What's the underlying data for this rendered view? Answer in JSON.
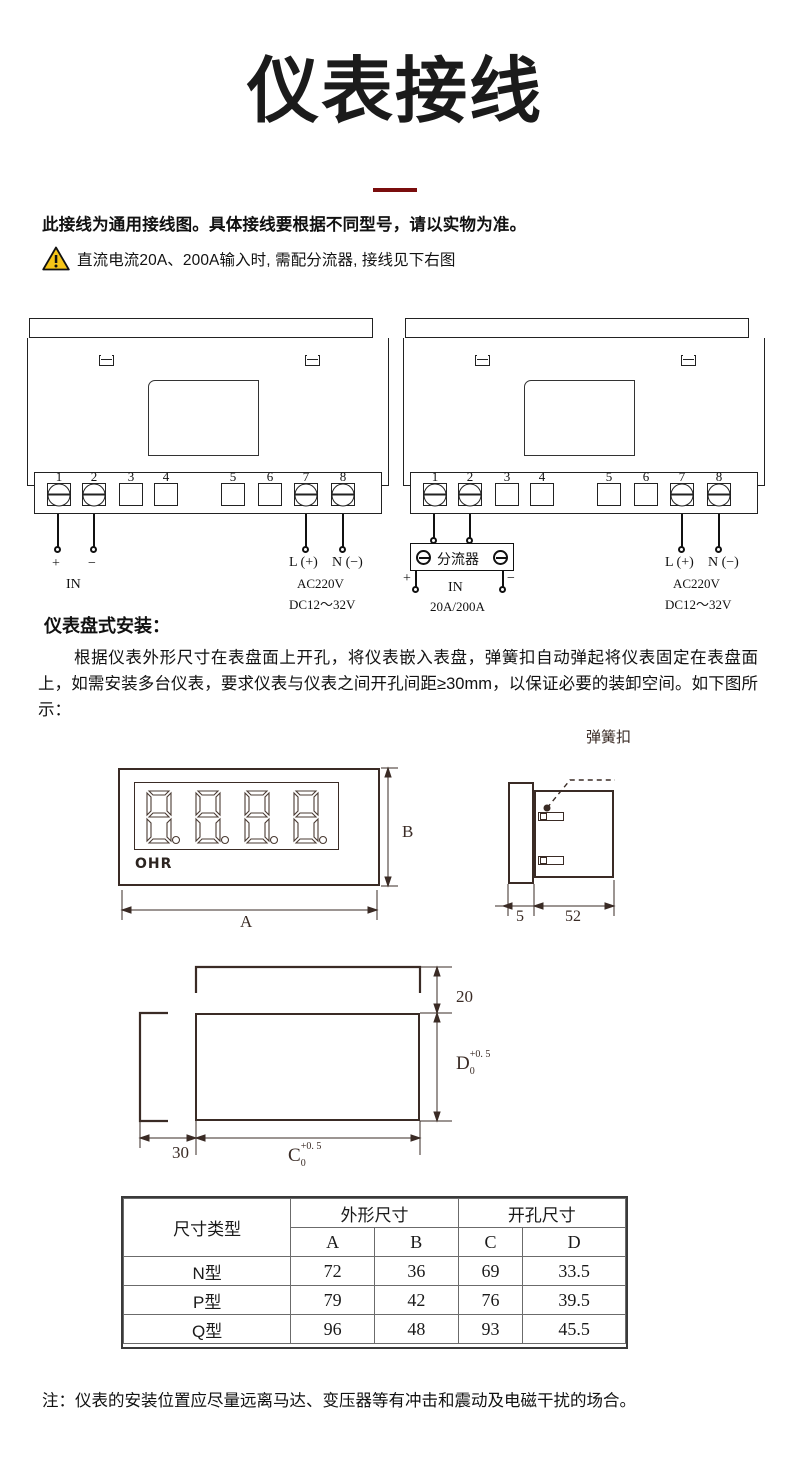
{
  "header": {
    "title": "仪表接线",
    "divider_color": "#7a0d0d",
    "subtitle": "此接线为通用接线图。具体接线要根据不同型号，请以实物为准。",
    "warning_icon": "warning-triangle-icon",
    "warning_text": "直流电流20A、200A输入时, 需配分流器, 接线见下右图"
  },
  "wiring": {
    "terminal_numbers": [
      "1",
      "2",
      "3",
      "4",
      "5",
      "6",
      "7",
      "8"
    ],
    "left_diagram": {
      "name": "standard-wiring-diagram",
      "input_plus": "+",
      "input_minus": "−",
      "input_label": "IN",
      "power_live": "L (+)",
      "power_neutral": "N (−)",
      "power_ac": "AC220V",
      "power_dc": "DC12～32V"
    },
    "right_diagram": {
      "name": "shunt-wiring-diagram",
      "shunt_label": "分流器",
      "input_plus": "+",
      "input_minus": "−",
      "input_label": "IN",
      "current_rating": "20A/200A",
      "power_live": "L (+)",
      "power_neutral": "N (−)",
      "power_ac": "AC220V",
      "power_dc": "DC12～32V"
    }
  },
  "install": {
    "heading": "仪表盘式安装：",
    "paragraph": "根据仪表外形尺寸在表盘面上开孔，将仪表嵌入表盘，弹簧扣自动弹起将仪表固定在表盘面上，如需安装多台仪表，要求仪表与仪表之间开孔间距≥30mm，以保证必要的装卸空间。如下图所示："
  },
  "drawings": {
    "front_view": {
      "name": "meter-front-view",
      "brand": "OHR",
      "digits": "8.8.8.8.",
      "width_label": "A",
      "height_label": "B"
    },
    "side_view": {
      "name": "meter-side-view",
      "callout": "弹簧扣",
      "bezel_depth": "5",
      "body_depth": "52"
    },
    "cutout_view": {
      "name": "panel-cutout-view",
      "gap_top": "20",
      "gap_left": "30",
      "width_label": "C",
      "width_tol_upper": "+0. 5",
      "width_tol_lower": "0",
      "height_label": "D",
      "height_tol_upper": "+0. 5",
      "height_tol_lower": "0"
    }
  },
  "table": {
    "group_headers": [
      "外形尺寸",
      "开孔尺寸"
    ],
    "columns": [
      "尺寸类型",
      "A",
      "B",
      "C",
      "D"
    ],
    "rows": [
      {
        "type": "N型",
        "A": "72",
        "B": "36",
        "C": "69",
        "D": "33.5"
      },
      {
        "type": "P型",
        "A": "79",
        "B": "42",
        "C": "76",
        "D": "39.5"
      },
      {
        "type": "Q型",
        "A": "96",
        "B": "48",
        "C": "93",
        "D": "45.5"
      }
    ]
  },
  "footer": {
    "note": "注：仪表的安装位置应尽量远离马达、变压器等有冲击和震动及电磁干扰的场合。"
  }
}
